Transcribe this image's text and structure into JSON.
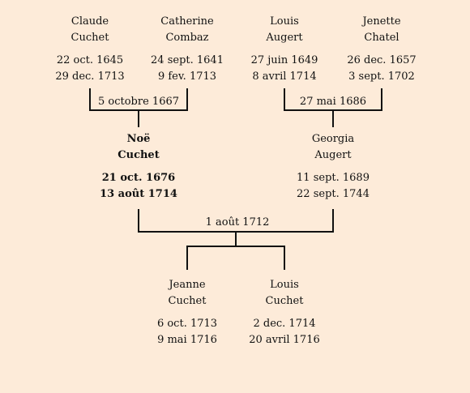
{
  "people": {
    "claude": {
      "first": "Claude",
      "last": "Cuchet",
      "born": "22 oct. 1645",
      "died": "29 dec. 1713"
    },
    "catherine": {
      "first": "Catherine",
      "last": "Combaz",
      "born": "24 sept. 1641",
      "died": "9 fev. 1713"
    },
    "louis_a": {
      "first": "Louis",
      "last": "Augert",
      "born": "27 juin 1649",
      "died": "8 avril 1714"
    },
    "jenette": {
      "first": "Jenette",
      "last": "Chatel",
      "born": "26 dec. 1657",
      "died": "3 sept. 1702"
    },
    "noe": {
      "first": "Noë",
      "last": "Cuchet",
      "born": "21 oct. 1676",
      "died": "13 août 1714"
    },
    "georgia": {
      "first": "Georgia",
      "last": "Augert",
      "born": "11 sept. 1689",
      "died": "22 sept. 1744"
    },
    "jeanne": {
      "first": "Jeanne",
      "last": "Cuchet",
      "born": "6 oct. 1713",
      "died": "9 mai 1716"
    },
    "louis_c": {
      "first": "Louis",
      "last": "Cuchet",
      "born": "2 dec. 1714",
      "died": "20 avril 1716"
    }
  },
  "marriages": {
    "cuchet_combaz": "5 octobre 1667",
    "augert_chatel": "27 mai 1686",
    "cuchet_augert": "1 août 1712"
  }
}
